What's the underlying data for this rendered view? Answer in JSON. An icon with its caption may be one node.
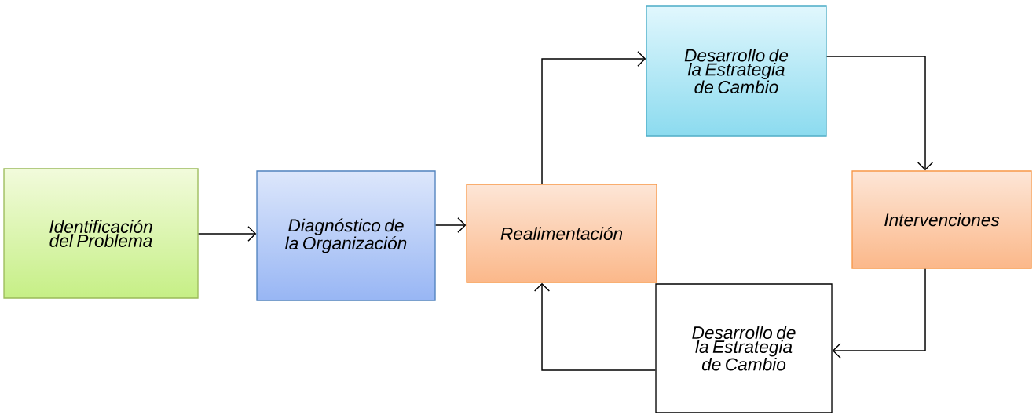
{
  "diagram": {
    "nodes": [
      {
        "text": [
          "Identificación del Problema"
        ]
      },
      {
        "text": [
          "Diagnóstico de la Organización"
        ]
      },
      {
        "text": [
          "Realimentación"
        ]
      },
      {
        "text": [
          "Desarrollo de la Estrategia de Cambio"
        ]
      },
      {
        "text": [
          "Intervenciones"
        ]
      },
      {
        "text": [
          "Desarrollo de la Estrategia de Cambio"
        ]
      }
    ],
    "edges": [
      {
        "from": 0,
        "to": 1,
        "arrow": "to"
      },
      {
        "from": 1,
        "to": 2,
        "arrow": "to"
      },
      {
        "from": 2,
        "to": 3,
        "arrow": "to"
      },
      {
        "from": 3,
        "to": 4,
        "arrow": "to"
      },
      {
        "from": 4,
        "to": 5,
        "arrow": "to"
      },
      {
        "from": 5,
        "to": 2,
        "arrow": "to"
      }
    ]
  }
}
